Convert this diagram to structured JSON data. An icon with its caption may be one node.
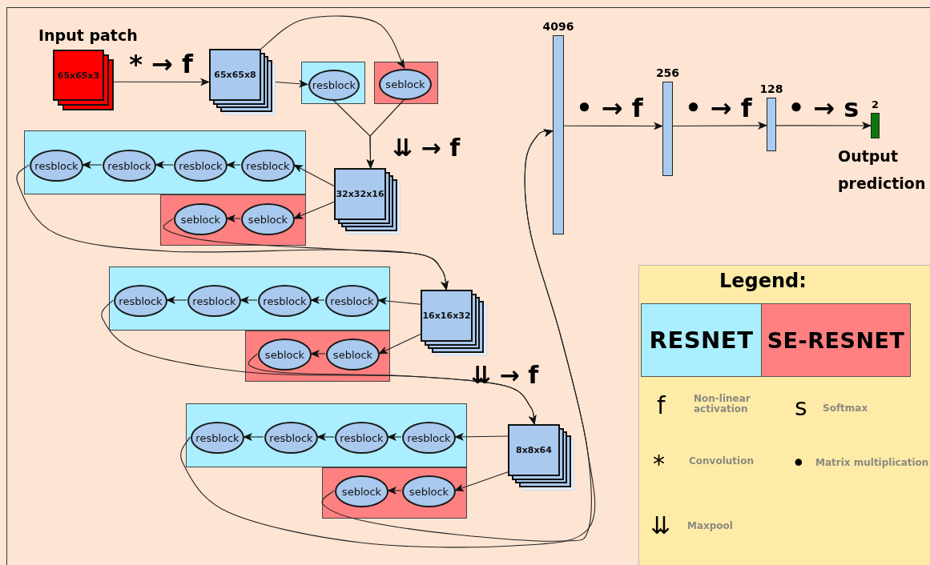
{
  "diagram": {
    "nodes": [
      {
        "text": [
          "Input patch",
          "65x65x3"
        ]
      },
      {
        "text": [
          "65x65x8"
        ]
      },
      {
        "text": [],
        "shape": "box"
      },
      {
        "text": [
          "resblock"
        ],
        "in": 2
      },
      {
        "text": [],
        "shape": "box"
      },
      {
        "text": [
          "seblock"
        ],
        "in": 4
      },
      {
        "text": [
          "32x32x16"
        ]
      },
      {
        "text": [],
        "shape": "box"
      },
      {
        "text": [
          "resblock"
        ],
        "in": 7
      },
      {
        "text": [
          "resblock"
        ],
        "in": 7
      },
      {
        "text": [
          "resblock"
        ],
        "in": 7
      },
      {
        "text": [
          "resblock"
        ],
        "in": 7
      },
      {
        "text": [],
        "shape": "box"
      },
      {
        "text": [
          "seblock"
        ],
        "in": 12
      },
      {
        "text": [
          "seblock"
        ],
        "in": 12
      },
      {
        "text": [
          "16x16x32"
        ]
      },
      {
        "text": [],
        "shape": "box"
      },
      {
        "text": [
          "resblock"
        ],
        "in": 16
      },
      {
        "text": [
          "resblock"
        ],
        "in": 16
      },
      {
        "text": [
          "resblock"
        ],
        "in": 16
      },
      {
        "text": [
          "resblock"
        ],
        "in": 16
      },
      {
        "text": [],
        "shape": "box"
      },
      {
        "text": [
          "seblock"
        ],
        "in": 21
      },
      {
        "text": [
          "seblock"
        ],
        "in": 21
      },
      {
        "text": [
          "8x8x64"
        ]
      },
      {
        "text": [],
        "shape": "box"
      },
      {
        "text": [
          "resblock"
        ],
        "in": 25
      },
      {
        "text": [
          "resblock"
        ],
        "in": 25
      },
      {
        "text": [
          "resblock"
        ],
        "in": 25
      },
      {
        "text": [
          "resblock"
        ],
        "in": 25
      },
      {
        "text": [],
        "shape": "box"
      },
      {
        "text": [
          "seblock"
        ],
        "in": 30
      },
      {
        "text": [
          "seblock"
        ],
        "in": 30
      },
      {
        "text": [
          "4096"
        ]
      },
      {
        "text": [
          "256"
        ]
      },
      {
        "text": [
          "128"
        ]
      },
      {
        "text": [
          "2"
        ],
        "beside": [
          "Output prediction"
        ]
      }
    ],
    "edges": [
      {
        "from": 0,
        "to": 1,
        "arrow": "to",
        "label": "* → f"
      },
      {
        "from": 1,
        "to": 3,
        "arrow": "to"
      },
      {
        "from": 1,
        "to": 5,
        "arrow": "to"
      },
      {
        "from": 3,
        "to": 6,
        "arrow": "to"
      },
      {
        "from": 5,
        "to": 6,
        "arrow": "to"
      },
      {
        "from": 6,
        "to": 11,
        "arrow": "to"
      },
      {
        "from": 6,
        "to": 14,
        "arrow": "to"
      },
      {
        "from": 11,
        "to": 10,
        "arrow": "to"
      },
      {
        "from": 10,
        "to": 9,
        "arrow": "to"
      },
      {
        "from": 9,
        "to": 8,
        "arrow": "to"
      },
      {
        "from": 14,
        "to": 13,
        "arrow": "to"
      },
      {
        "from": 8,
        "to": 15,
        "arrow": "to"
      },
      {
        "from": 13,
        "to": 15,
        "arrow": "to"
      },
      {
        "from": 15,
        "to": 20,
        "arrow": "to"
      },
      {
        "from": 15,
        "to": 23,
        "arrow": "to"
      },
      {
        "from": 20,
        "to": 19,
        "arrow": "to"
      },
      {
        "from": 19,
        "to": 18,
        "arrow": "to"
      },
      {
        "from": 18,
        "to": 17,
        "arrow": "to"
      },
      {
        "from": 23,
        "to": 22,
        "arrow": "to"
      },
      {
        "from": 17,
        "to": 24,
        "arrow": "to"
      },
      {
        "from": 22,
        "to": 24,
        "arrow": "to"
      },
      {
        "from": 24,
        "to": 29,
        "arrow": "to"
      },
      {
        "from": 24,
        "to": 32,
        "arrow": "to"
      },
      {
        "from": 29,
        "to": 28,
        "arrow": "to"
      },
      {
        "from": 28,
        "to": 27,
        "arrow": "to"
      },
      {
        "from": 27,
        "to": 26,
        "arrow": "to"
      },
      {
        "from": 32,
        "to": 31,
        "arrow": "to"
      },
      {
        "from": 26,
        "to": 33,
        "arrow": "to"
      },
      {
        "from": 31,
        "to": 33,
        "arrow": "to"
      },
      {
        "from": 33,
        "to": 34,
        "arrow": "to",
        "label": "• → f"
      },
      {
        "from": 34,
        "to": 35,
        "arrow": "to",
        "label": "• → f"
      },
      {
        "from": 35,
        "to": 36,
        "arrow": "to",
        "label": "• → s"
      }
    ],
    "labels": [
      "⇊ → f",
      "⇊ → f",
      "Legend:",
      "f",
      "Non-linear activation",
      "s",
      "Softmax",
      "*",
      "Convolution",
      "•",
      "Matrix multiplication",
      "⇊",
      "Maxpool"
    ],
    "legend": [
      {
        "text": "RESNET",
        "color": "#aaeeff"
      },
      {
        "text": "SE-RESNET",
        "color": "#ff8080"
      }
    ]
  }
}
